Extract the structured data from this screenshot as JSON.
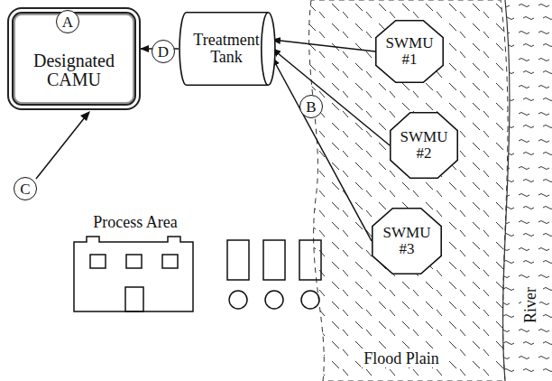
{
  "diagram": {
    "nodes": [
      {
        "text": [
          "Designated CAMU"
        ]
      },
      {
        "text": [
          "Treatment Tank"
        ]
      },
      {
        "text": [
          "SWMU #1"
        ]
      },
      {
        "text": [
          "SWMU #2"
        ]
      },
      {
        "text": [
          "SWMU #3"
        ]
      }
    ],
    "edges": [
      {
        "from": 1,
        "to": 0,
        "arrow": "to"
      },
      {
        "from": 2,
        "to": 1,
        "arrow": "to"
      },
      {
        "from": 3,
        "to": 1,
        "arrow": "to"
      },
      {
        "from": 4,
        "to": 1,
        "arrow": "to"
      }
    ],
    "labels": [
      "A",
      "B",
      "C",
      "D",
      "Process Area",
      "Flood Plain",
      "River"
    ]
  }
}
